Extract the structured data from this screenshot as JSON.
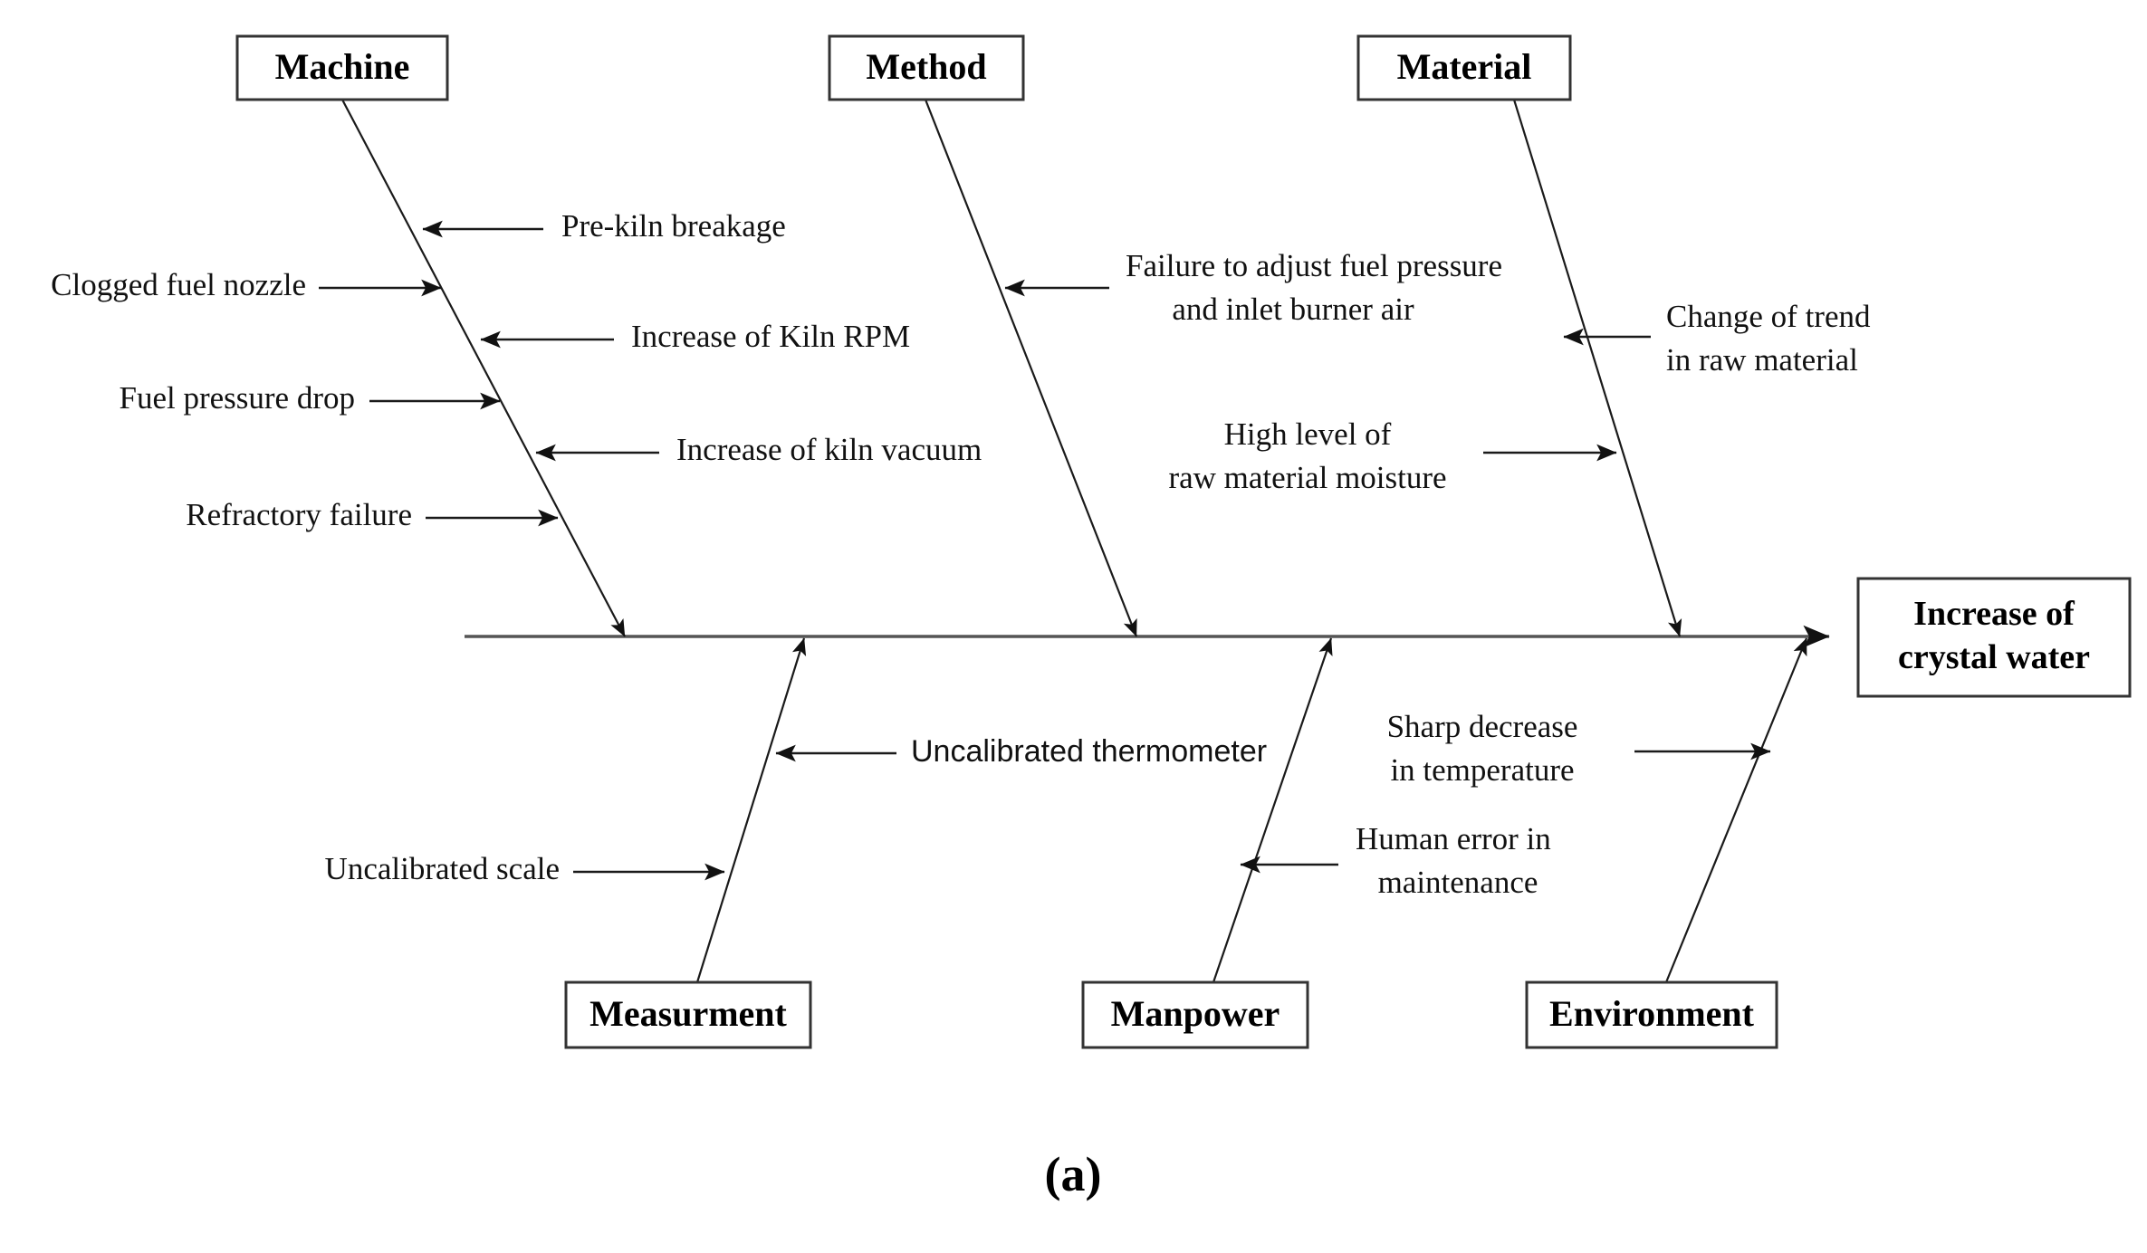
{
  "diagram": {
    "type": "fishbone-ishikawa",
    "caption": "(a)",
    "effect": {
      "line1": "Increase of",
      "line2": "crystal water"
    },
    "categories_top": [
      {
        "label": "Machine"
      },
      {
        "label": "Method"
      },
      {
        "label": "Material"
      }
    ],
    "categories_bottom": [
      {
        "label": "Measurment"
      },
      {
        "label": "Manpower"
      },
      {
        "label": "Environment"
      }
    ],
    "causes": {
      "machine": [
        {
          "text": "Pre-kiln breakage",
          "side": "right"
        },
        {
          "text": "Clogged fuel nozzle",
          "side": "left"
        },
        {
          "text": "Increase of Kiln RPM",
          "side": "right"
        },
        {
          "text": "Fuel pressure drop",
          "side": "left"
        },
        {
          "text": "Increase of kiln vacuum",
          "side": "right"
        },
        {
          "text": "Refractory failure",
          "side": "left"
        }
      ],
      "method": [
        {
          "line1": "Failure to adjust fuel pressure",
          "line2": "and inlet burner air",
          "side": "right"
        }
      ],
      "material": [
        {
          "line1": "Change of trend",
          "line2": "in raw material",
          "side": "right"
        },
        {
          "line1": "High level of",
          "line2": "raw material moisture",
          "side": "left"
        }
      ],
      "measurement": [
        {
          "text": "Uncalibrated thermometer",
          "side": "right"
        },
        {
          "text": "Uncalibrated scale",
          "side": "left"
        }
      ],
      "manpower": [
        {
          "line1": "Human error in",
          "line2": "maintenance",
          "side": "right"
        }
      ],
      "environment": [
        {
          "line1": "Sharp decrease",
          "line2": "in temperature",
          "side": "left"
        }
      ]
    },
    "colors": {
      "background": "#ffffff",
      "line": "#1a1a1a",
      "spine": "#555555",
      "box_border": "#333333",
      "text": "#000000"
    }
  }
}
